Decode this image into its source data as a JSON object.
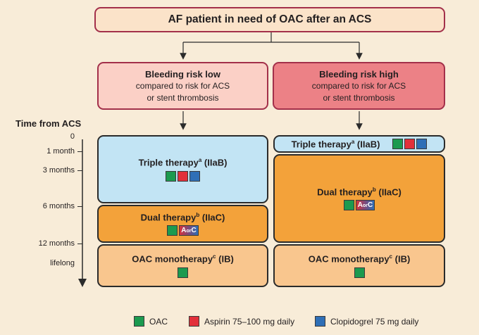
{
  "title": "AF patient in need of OAC after an ACS",
  "bleeding_low": {
    "heading": "Bleeding risk low",
    "line1": "compared to risk for ACS",
    "line2": "or stent thrombosis"
  },
  "bleeding_high": {
    "heading": "Bleeding risk high",
    "line1": "compared to risk for ACS",
    "line2": "or stent thrombosis"
  },
  "timeline": {
    "label": "Time from ACS",
    "ticks": [
      "0",
      "1 month",
      "3 months",
      "6 months",
      "12 months",
      "lifelong"
    ]
  },
  "low": {
    "triple": {
      "label": "Triple therapy",
      "sup": "a",
      "grade": "(IIaB)"
    },
    "dual": {
      "label": "Dual therapy",
      "sup": "b",
      "grade": "(IIaC)"
    },
    "mono": {
      "label": "OAC monotherapy",
      "sup": "c",
      "grade": "(IB)"
    }
  },
  "high": {
    "triple": {
      "label": "Triple therapy",
      "sup": "a",
      "grade": "(IIaB)"
    },
    "dual": {
      "label": "Dual therapy",
      "sup": "b",
      "grade": "(IIaC)"
    },
    "mono": {
      "label": "OAC monotherapy",
      "sup": "c",
      "grade": "(IB)"
    }
  },
  "a_or_c": {
    "a": "A",
    "or": "or",
    "c": "C"
  },
  "legend": {
    "oac": "OAC",
    "aspirin": "Aspirin 75–100 mg daily",
    "clopidogrel": "Clopidogrel 75 mg daily"
  },
  "colors": {
    "oac": "#1c9a4f",
    "aspirin": "#e2303a",
    "clopidogrel": "#2f6fb6",
    "border": "#a3304a"
  }
}
